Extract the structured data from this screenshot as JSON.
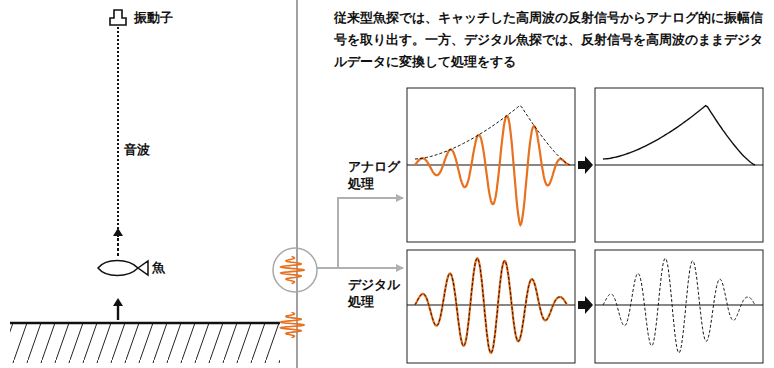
{
  "diagram": {
    "title": "従来型魚探では、キャッチした高周波の反射信号からアナログ的に振幅信号を取り出す。一方、デジタル魚探では、反射信号を高周波のままデジタルデータに変換して処理をする",
    "labels": [
      "振動子",
      "音波",
      "魚",
      "アナログ 処理",
      "デジタル 処理"
    ]
  }
}
